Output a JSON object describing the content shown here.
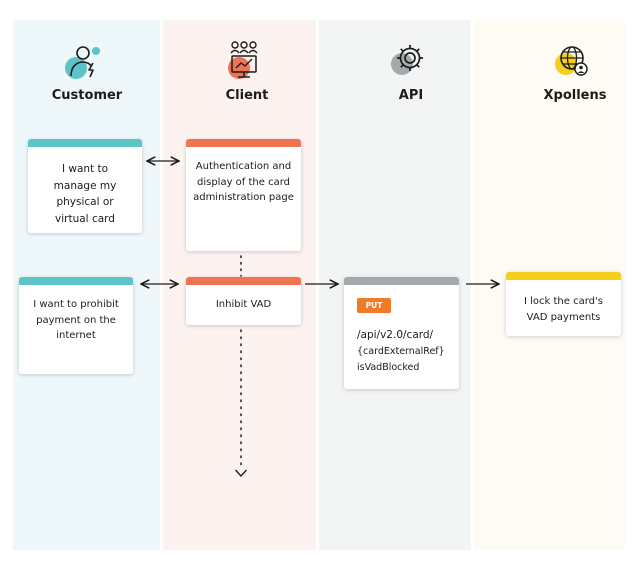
{
  "lanes": [
    {
      "key": "customer",
      "title": "Customer",
      "icon": "customer-icon"
    },
    {
      "key": "client",
      "title": "Client",
      "icon": "client-team-icon"
    },
    {
      "key": "api",
      "title": "API",
      "icon": "gear-icon"
    },
    {
      "key": "xpollens",
      "title": "Xpollens",
      "icon": "globe-user-icon"
    }
  ],
  "colors": {
    "teal": "#5cc3c7",
    "orange": "#ee7452",
    "gray": "#a2aaad",
    "yellow": "#f5cf1c",
    "put": "#ef7b2a"
  },
  "cards": {
    "customer_manage": "I want to manage my physical or virtual card",
    "client_auth": "Authentication and display of the card administration page",
    "customer_prohibit": "I want to prohibit payment on the internet",
    "client_inhibit": "Inhibit VAD",
    "api_call": {
      "method": "PUT",
      "path_line1": "/api/v2.0/card/",
      "path_line2": "{cardExternalRef}",
      "path_line3": "isVadBlocked"
    },
    "xpollens_lock": "I lock the card's VAD payments"
  }
}
